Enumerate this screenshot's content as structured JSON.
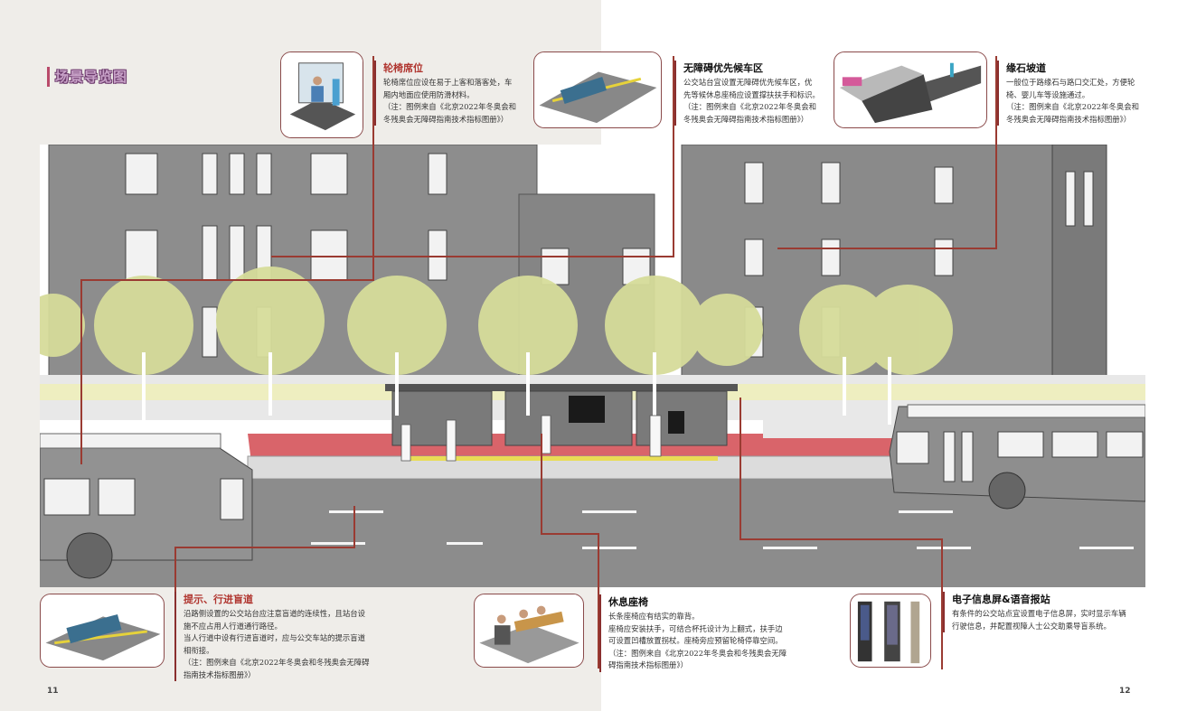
{
  "section_title": "场景导览图",
  "callouts": {
    "wheelchair": {
      "title": "轮椅席位",
      "lines": [
        "轮椅席位应设在易于上客和落客处，车",
        "厢内地面应使用防滑材料。",
        "（注：图例来自《北京2022年冬奥会和",
        "冬残奥会无障碍指南技术指标图册》）"
      ]
    },
    "waiting": {
      "title": "无障碍优先候车区",
      "lines": [
        "公交站台宜设置无障碍优先候车区，优",
        "先等候休息座椅应设置撑扶扶手和标识。",
        "（注：图例来自《北京2022年冬奥会和",
        "冬残奥会无障碍指南技术指标图册》）"
      ]
    },
    "curb": {
      "title": "缘石坡道",
      "lines": [
        "一般位于路缘石与路口交汇处，方便轮",
        "椅、婴儿车等设施通过。",
        "（注：图例来自《北京2022年冬奥会和",
        "冬残奥会无障碍指南技术指标图册》）"
      ]
    },
    "tactile": {
      "title": "提示、行进盲道",
      "lines": [
        "沿路侧设置的公交站台应注意盲道的连续性，且站台设",
        "施不应占用人行道通行路径。",
        "当人行道中设有行进盲道时，应与公交车站的提示盲道",
        "相衔接。",
        "（注：图例来自《北京2022年冬奥会和冬残奥会无障碍",
        "指南技术指标图册》）"
      ]
    },
    "seat": {
      "title": "休息座椅",
      "lines": [
        "长条座椅应有结实的靠背。",
        "座椅应安装扶手，可结合杯托设计为上翻式，扶手边",
        "可设置凹槽放置拐杖。座椅旁应预留轮椅停靠空间。",
        "（注：图例来自《北京2022年冬奥会和冬残奥会无障",
        "碍指南技术指标图册》）"
      ]
    },
    "screen": {
      "title": "电子信息屏&语音报站",
      "lines": [
        "有条件的公交站点宜设置电子信息屏，实时显示车辆",
        "行驶信息，并配置视障人士公交助乘导盲系统。"
      ]
    }
  },
  "page_numbers": {
    "left": "11",
    "right": "12"
  },
  "colors": {
    "accent": "#9a3b32",
    "tree": "#d6dc9a",
    "building": "#8a8a8a",
    "road": "#8c8c8c",
    "bike_lane": "#d9646a"
  },
  "icons": [
    "wheelchair-thumb",
    "waiting-area-thumb",
    "curb-ramp-thumb",
    "tactile-paving-thumb",
    "bench-thumb",
    "info-screen-thumb"
  ]
}
